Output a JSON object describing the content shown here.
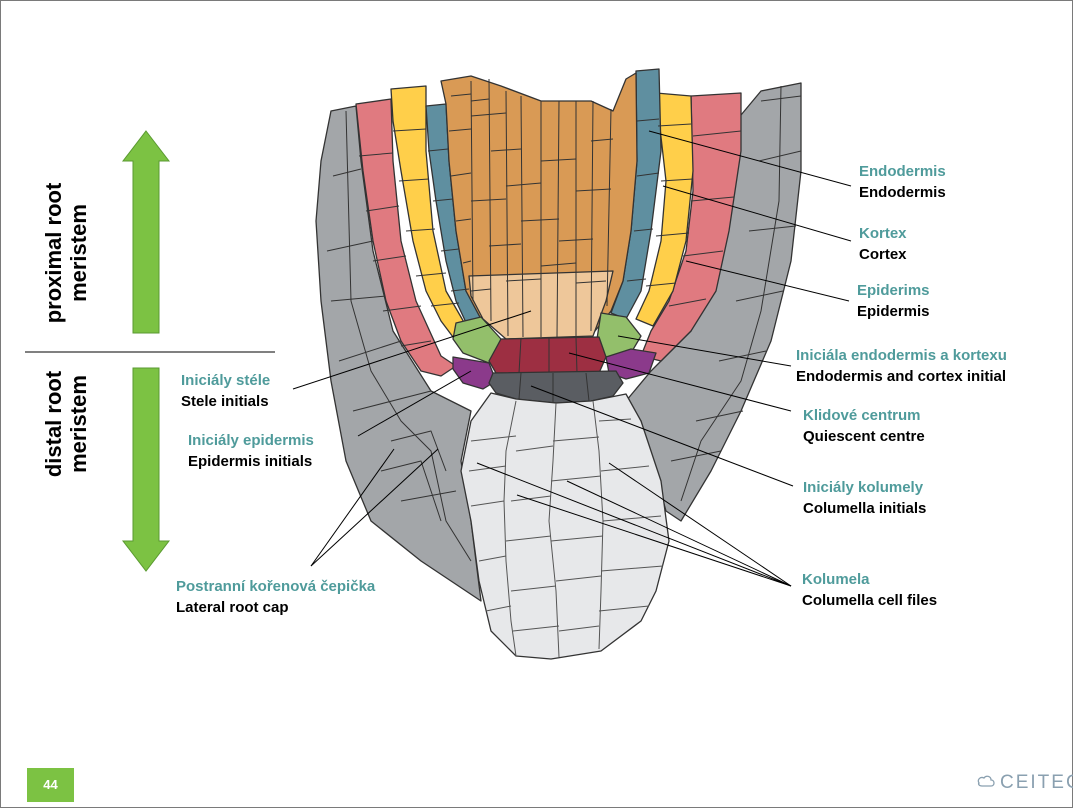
{
  "page_number": "44",
  "logo_text": "CEITEC",
  "vertical_labels": {
    "proximal": [
      "proximal root",
      "meristem"
    ],
    "distal": [
      "distal root",
      "meristem"
    ]
  },
  "labels": {
    "endodermis": {
      "cz": "Endodermis",
      "en": "Endodermis"
    },
    "kortex": {
      "cz": "Kortex",
      "en": "Cortex"
    },
    "epiderims": {
      "cz": "Epiderims",
      "en": "Epidermis"
    },
    "endo_cortex_initial": {
      "cz": "Iniciála endodermis a kortexu",
      "en": "Endodermis and cortex initial"
    },
    "quiescent": {
      "cz": "Klidové centrum",
      "en": "Quiescent centre"
    },
    "columella_initials": {
      "cz": "Iniciály kolumely",
      "en": "Columella initials"
    },
    "columella": {
      "cz": "Kolumela",
      "en": "Columella cell files"
    },
    "stele_initials": {
      "cz": "Iniciály stéle",
      "en": "Stele initials"
    },
    "epidermis_initials": {
      "cz": "Iniciály epidermis",
      "en": "Epidermis  initials"
    },
    "lateral_root_cap": {
      "cz": "Postranní kořenová čepička",
      "en": "Lateral root cap"
    }
  },
  "colors": {
    "arrow": "#7cc243",
    "teal_text": "#4f9b9b",
    "epidermis": "#e07a80",
    "cortex": "#ffcf4a",
    "endodermis": "#5f8fa0",
    "stele": "#d99a55",
    "stele_light": "#eec79a",
    "endo_cortex_initial": "#93bf6b",
    "epidermis_initial": "#8b3a8b",
    "quiescent_centre": "#9d2f42",
    "columella_initial": "#5a5d62",
    "columella": "#e7e8ea",
    "lateral_root_cap": "#a3a6a9"
  }
}
